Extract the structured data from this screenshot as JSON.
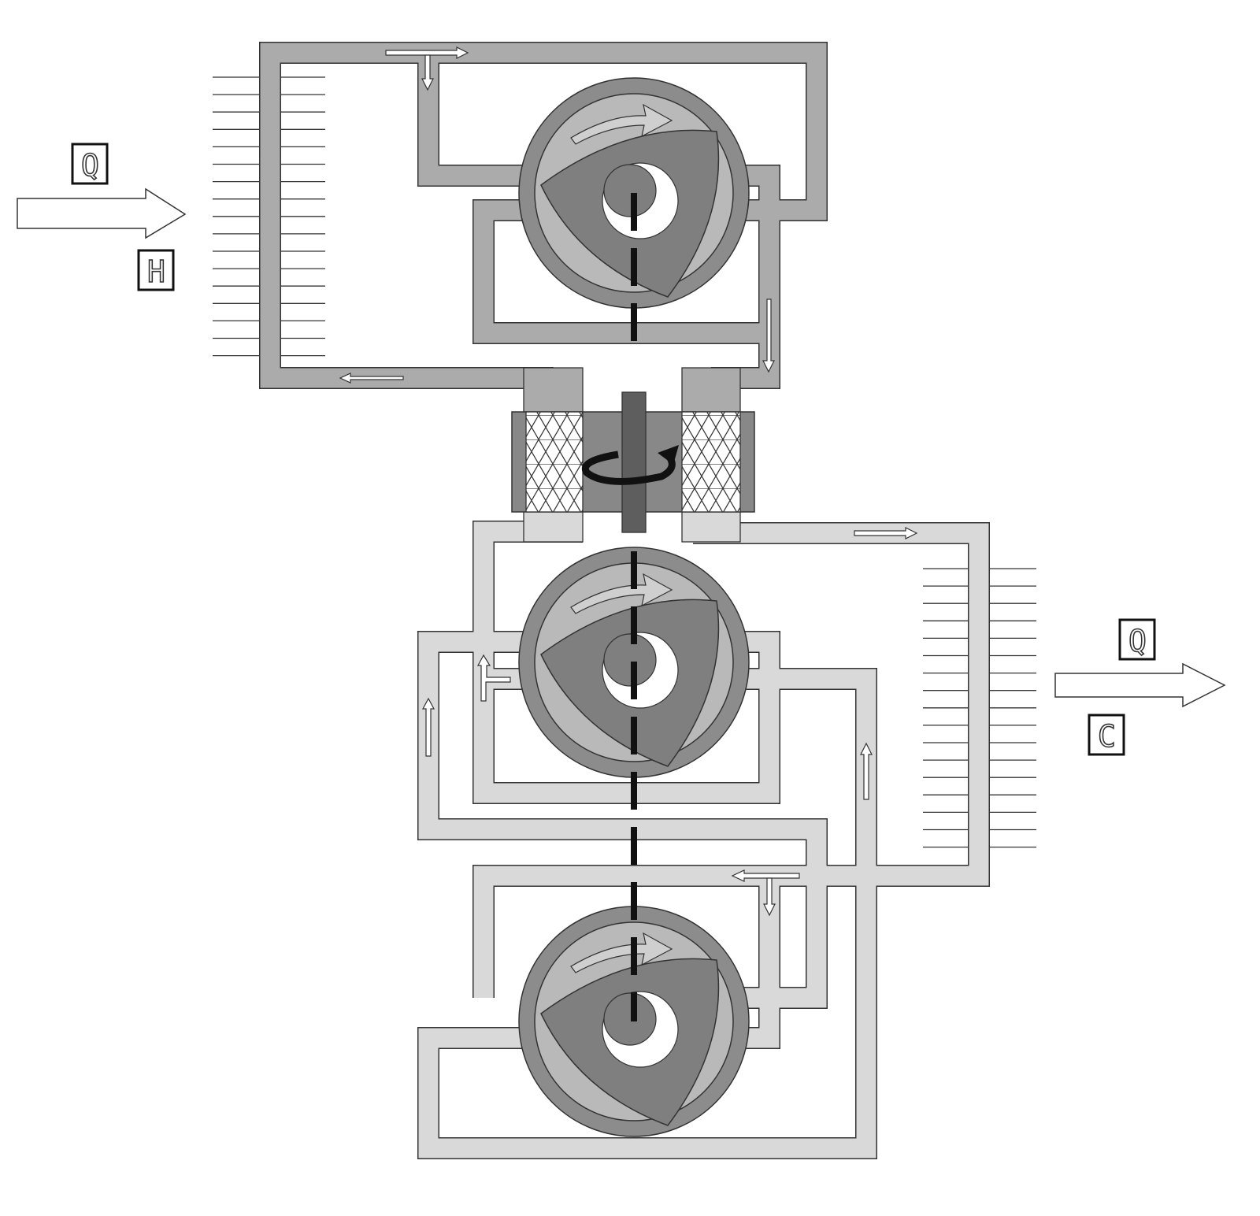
{
  "diagram": {
    "hot_side": {
      "heat_label": "Q",
      "side_label": "H"
    },
    "cold_side": {
      "heat_label": "Q",
      "side_label": "C"
    }
  },
  "colors": {
    "hot_pipe": "#ababab",
    "cold_pipe": "#d9d9d9",
    "rotor": "#7f7f7f",
    "housing": "#8c8c8c",
    "shaft": "#5e5e5e"
  }
}
